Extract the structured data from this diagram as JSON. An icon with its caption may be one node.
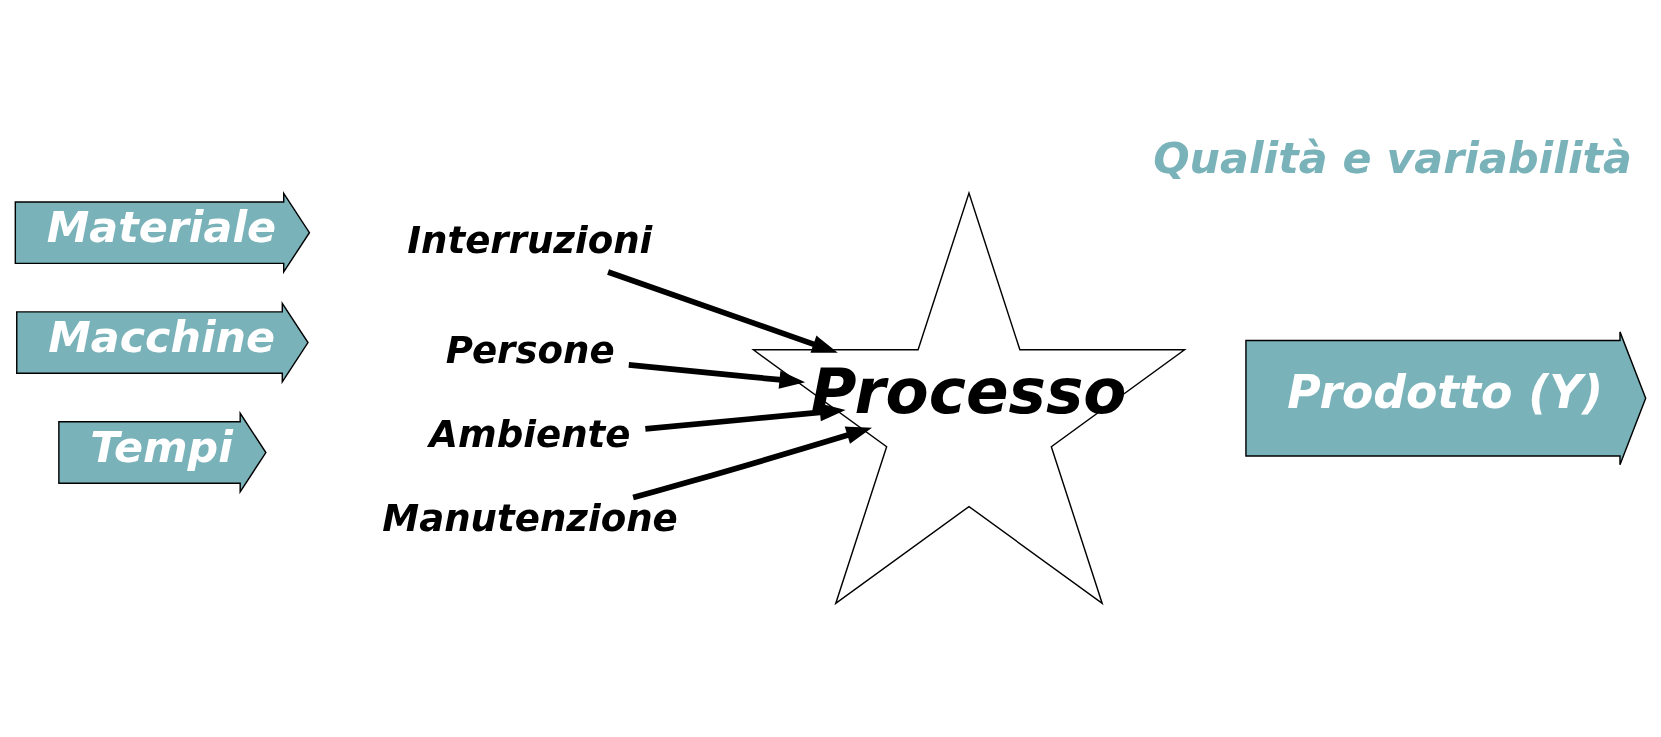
{
  "diagram": {
    "title": "Qualità e variabilità",
    "nodes": [
      {
        "text": [
          "Materiale"
        ]
      },
      {
        "text": [
          "Macchine"
        ]
      },
      {
        "text": [
          "Tempi"
        ]
      },
      {
        "text": [
          "Processo"
        ]
      },
      {
        "text": [
          "Prodotto (Y)"
        ]
      },
      {
        "text": [
          "Interruzioni"
        ]
      },
      {
        "text": [
          "Persone"
        ]
      },
      {
        "text": [
          "Ambiente"
        ]
      },
      {
        "text": [
          "Manutenzione"
        ]
      }
    ],
    "edges": [
      {
        "from": 5,
        "to": 3,
        "arrow": "to"
      },
      {
        "from": 6,
        "to": 3,
        "arrow": "to"
      },
      {
        "from": 7,
        "to": 3,
        "arrow": "to"
      },
      {
        "from": 8,
        "to": 3,
        "arrow": "to"
      }
    ]
  }
}
